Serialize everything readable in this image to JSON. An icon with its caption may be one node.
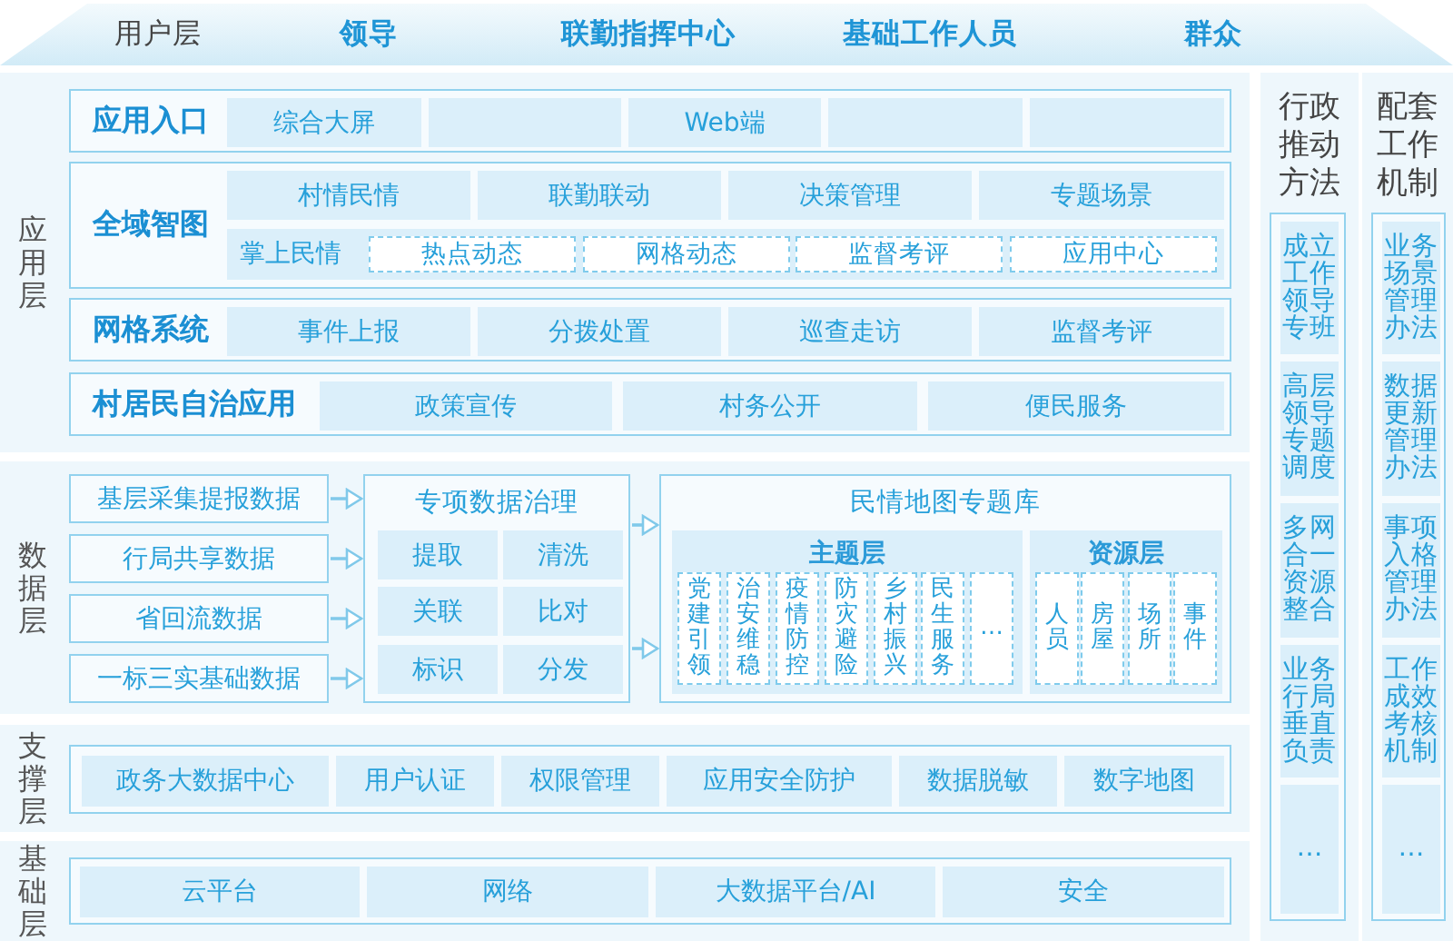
{
  "diagram": {
    "nodes": [
      {
        "text": [
          "用户层",
          "领导",
          "联勤指挥中心",
          "基础工作人员",
          "群众"
        ]
      },
      {
        "text": [
          "应用层"
        ]
      },
      {
        "text": [
          "应用入口"
        ],
        "in": 1
      },
      {
        "text": [
          "综合大屏"
        ],
        "in": 2
      },
      {
        "text": [],
        "shape": "box",
        "in": 2
      },
      {
        "text": [
          "Web端"
        ],
        "in": 2
      },
      {
        "text": [],
        "shape": "box",
        "in": 2
      },
      {
        "text": [],
        "shape": "box",
        "in": 2
      },
      {
        "text": [
          "全域智图"
        ],
        "in": 1
      },
      {
        "text": [
          "村情民情"
        ],
        "in": 8
      },
      {
        "text": [
          "联勤联动"
        ],
        "in": 8
      },
      {
        "text": [
          "决策管理"
        ],
        "in": 8
      },
      {
        "text": [
          "专题场景"
        ],
        "in": 8
      },
      {
        "text": [
          "掌上民情"
        ],
        "in": 8
      },
      {
        "text": [
          "热点动态"
        ],
        "in": 13
      },
      {
        "text": [
          "网格动态"
        ],
        "in": 13
      },
      {
        "text": [
          "监督考评"
        ],
        "in": 13
      },
      {
        "text": [
          "应用中心"
        ],
        "in": 13
      },
      {
        "text": [
          "网格系统"
        ],
        "in": 1
      },
      {
        "text": [
          "事件上报"
        ],
        "in": 18
      },
      {
        "text": [
          "分拨处置"
        ],
        "in": 18
      },
      {
        "text": [
          "巡查走访"
        ],
        "in": 18
      },
      {
        "text": [
          "监督考评"
        ],
        "in": 18
      },
      {
        "text": [
          "村居民自治应用"
        ],
        "in": 1
      },
      {
        "text": [
          "政策宣传"
        ],
        "in": 23
      },
      {
        "text": [
          "村务公开"
        ],
        "in": 23
      },
      {
        "text": [
          "便民服务"
        ],
        "in": 23
      },
      {
        "text": [
          "数据层"
        ]
      },
      {
        "text": [
          "基层采集提报数据"
        ],
        "in": 27
      },
      {
        "text": [
          "行局共享数据"
        ],
        "in": 27
      },
      {
        "text": [
          "省回流数据"
        ],
        "in": 27
      },
      {
        "text": [
          "一标三实基础数据"
        ],
        "in": 27
      },
      {
        "text": [
          "专项数据治理"
        ],
        "in": 27
      },
      {
        "text": [
          "提取"
        ],
        "in": 32
      },
      {
        "text": [
          "清洗"
        ],
        "in": 32
      },
      {
        "text": [
          "关联"
        ],
        "in": 32
      },
      {
        "text": [
          "比对"
        ],
        "in": 32
      },
      {
        "text": [
          "标识"
        ],
        "in": 32
      },
      {
        "text": [
          "分发"
        ],
        "in": 32
      },
      {
        "text": [
          "民情地图专题库"
        ],
        "in": 27
      },
      {
        "text": [
          "主题层"
        ],
        "in": 39
      },
      {
        "text": [
          "党建引领"
        ],
        "in": 40
      },
      {
        "text": [
          "治安维稳"
        ],
        "in": 40
      },
      {
        "text": [
          "疫情防控"
        ],
        "in": 40
      },
      {
        "text": [
          "防灾避险"
        ],
        "in": 40
      },
      {
        "text": [
          "乡村振兴"
        ],
        "in": 40
      },
      {
        "text": [
          "民生服务"
        ],
        "in": 40
      },
      {
        "text": [
          "…"
        ],
        "in": 40
      },
      {
        "text": [
          "资源层"
        ],
        "in": 39
      },
      {
        "text": [
          "人员"
        ],
        "in": 48
      },
      {
        "text": [
          "房屋"
        ],
        "in": 48
      },
      {
        "text": [
          "场所"
        ],
        "in": 48
      },
      {
        "text": [
          "事件"
        ],
        "in": 48
      },
      {
        "text": [
          "支撑层"
        ]
      },
      {
        "text": [],
        "shape": "box",
        "in": 53
      },
      {
        "text": [
          "政务大数据中心"
        ],
        "in": 54
      },
      {
        "text": [
          "用户认证"
        ],
        "in": 54
      },
      {
        "text": [
          "权限管理"
        ],
        "in": 54
      },
      {
        "text": [
          "应用安全防护"
        ],
        "in": 54
      },
      {
        "text": [
          "数据脱敏"
        ],
        "in": 54
      },
      {
        "text": [
          "数字地图"
        ],
        "in": 54
      },
      {
        "text": [
          "基础层"
        ]
      },
      {
        "text": [],
        "shape": "box",
        "in": 61
      },
      {
        "text": [
          "云平台"
        ],
        "in": 62
      },
      {
        "text": [
          "网络"
        ],
        "in": 62
      },
      {
        "text": [
          "大数据平台/AI"
        ],
        "in": 62
      },
      {
        "text": [
          "安全"
        ],
        "in": 62
      },
      {
        "text": [
          "行政推动方法"
        ]
      },
      {
        "text": [],
        "shape": "box",
        "in": 67
      },
      {
        "text": [
          "成立工作领导专班"
        ],
        "in": 68
      },
      {
        "text": [
          "高层领导专题调度"
        ],
        "in": 68
      },
      {
        "text": [
          "多网合一资源整合"
        ],
        "in": 68
      },
      {
        "text": [
          "业务行局垂直负责"
        ],
        "in": 68
      },
      {
        "text": [
          "…"
        ],
        "in": 68
      },
      {
        "text": [
          "配套工作机制"
        ]
      },
      {
        "text": [],
        "shape": "box",
        "in": 74
      },
      {
        "text": [
          "业务场景管理办法"
        ],
        "in": 75
      },
      {
        "text": [
          "数据更新管理办法"
        ],
        "in": 75
      },
      {
        "text": [
          "事项入格管理办法"
        ],
        "in": 75
      },
      {
        "text": [
          "工作成效考核机制"
        ],
        "in": 75
      },
      {
        "text": [
          "…"
        ],
        "in": 75
      }
    ],
    "edges": [
      {
        "from": 28,
        "to": 32,
        "arrow": "to"
      },
      {
        "from": 29,
        "to": 32,
        "arrow": "to"
      },
      {
        "from": 30,
        "to": 32,
        "arrow": "to"
      },
      {
        "from": 31,
        "to": 32,
        "arrow": "to"
      },
      {
        "from": 32,
        "to": 39,
        "arrow": "to"
      },
      {
        "from": 32,
        "to": 39,
        "arrow": "to"
      }
    ]
  }
}
